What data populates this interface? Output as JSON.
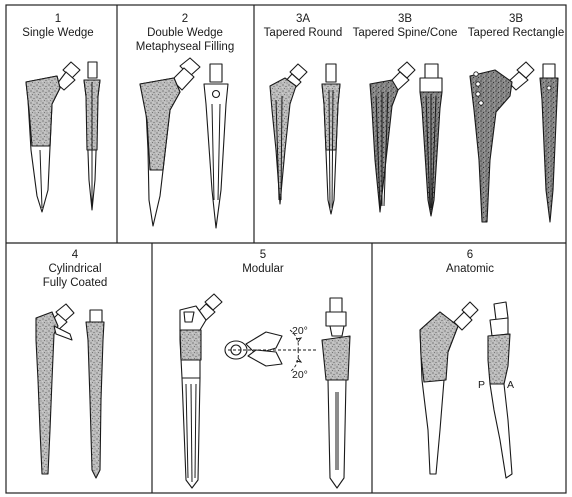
{
  "panels": [
    {
      "id": "1",
      "number": "1",
      "title_lines": [
        "Single Wedge"
      ]
    },
    {
      "id": "2",
      "number": "2",
      "title_lines": [
        "Double Wedge",
        "Metaphyseal Filling"
      ]
    },
    {
      "id": "3a",
      "number": "3A",
      "title_lines": [
        "Tapered Round"
      ]
    },
    {
      "id": "3b-spine",
      "number": "3B",
      "title_lines": [
        "Tapered Spine/Cone"
      ]
    },
    {
      "id": "3b-rect",
      "number": "3B",
      "title_lines": [
        "Tapered Rectangle"
      ]
    },
    {
      "id": "4",
      "number": "4",
      "title_lines": [
        "Cylindrical",
        "Fully Coated"
      ]
    },
    {
      "id": "5",
      "number": "5",
      "title_lines": [
        "Modular"
      ]
    },
    {
      "id": "6",
      "number": "6",
      "title_lines": [
        "Anatomic"
      ]
    }
  ],
  "annotations": {
    "angle_top": "20°",
    "angle_bottom": "20°",
    "posterior": "P",
    "anterior": "A"
  }
}
